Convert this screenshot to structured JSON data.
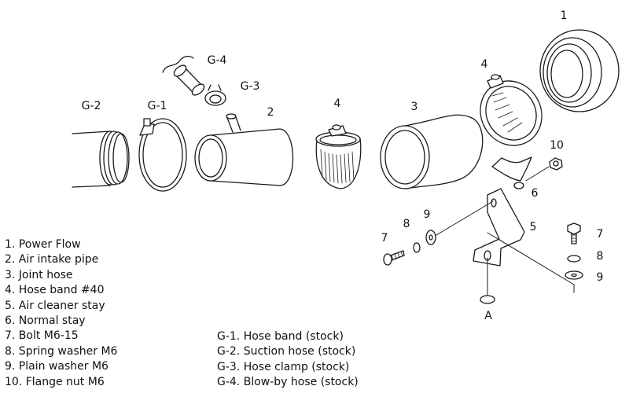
{
  "callouts": {
    "c1": "1",
    "c2": "2",
    "c3": "3",
    "c4a": "4",
    "c4b": "4",
    "c5": "5",
    "c6": "6",
    "c7a": "7",
    "c7b": "7",
    "c8a": "8",
    "c8b": "8",
    "c9a": "9",
    "c9b": "9",
    "c10": "10",
    "cA": "A",
    "g1": "G-1",
    "g2": "G-2",
    "g3": "G-3",
    "g4": "G-4"
  },
  "legend_parts": [
    " 1. Power Flow",
    " 2. Air intake pipe",
    " 3. Joint hose",
    " 4. Hose band  #40",
    " 5. Air cleaner stay",
    " 6. Normal stay",
    " 7. Bolt  M6-15",
    " 8. Spring washer  M6",
    " 9. Plain washer  M6",
    "10. Flange nut  M6"
  ],
  "legend_stock": [
    "G-1. Hose band (stock)",
    "G-2. Suction hose (stock)",
    "G-3. Hose clamp (stock)",
    "G-4. Blow-by hose (stock)"
  ]
}
